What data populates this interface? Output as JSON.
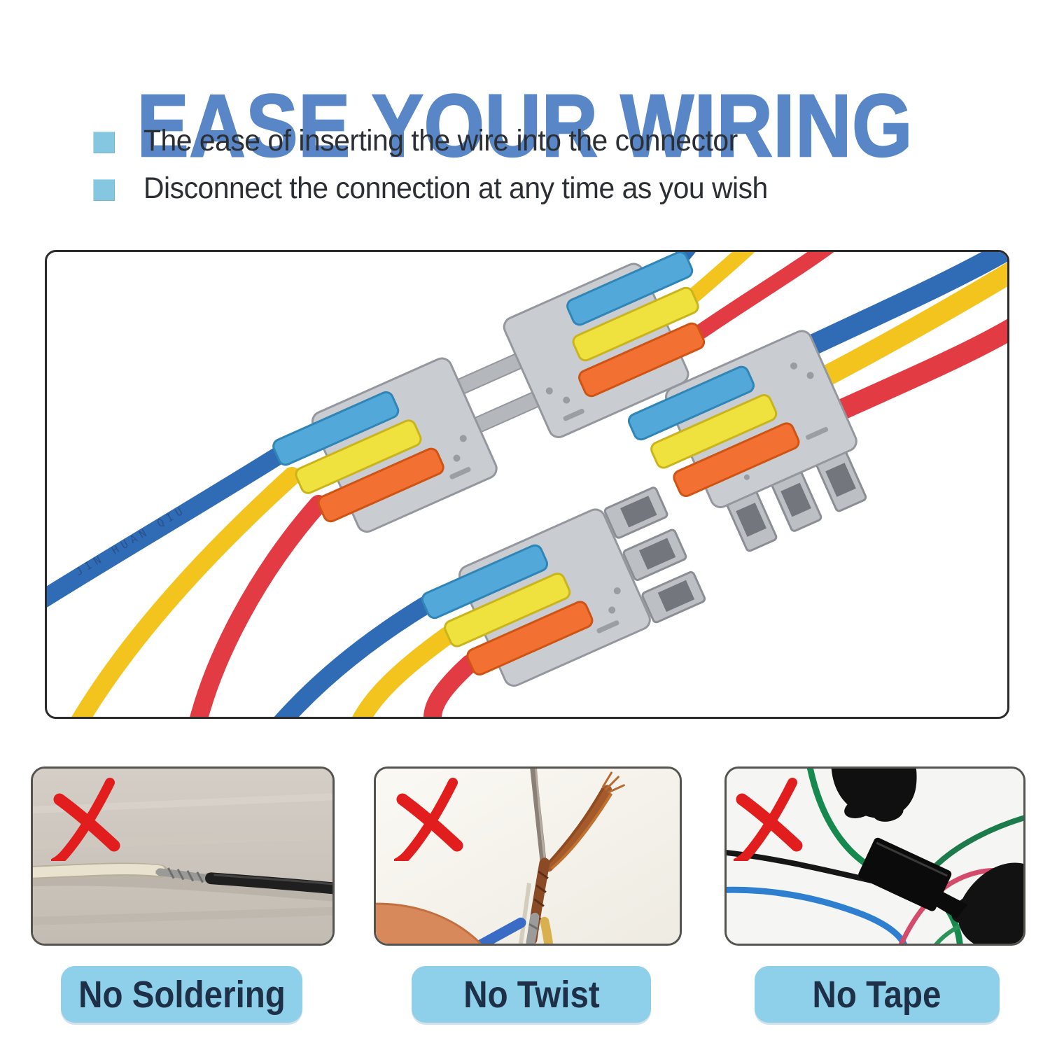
{
  "header": {
    "title": "EASE YOUR WIRING",
    "bullets": [
      "The ease of inserting the wire into the connector",
      "Disconnect the connection at any time as you wish"
    ]
  },
  "colors": {
    "title_blue": "#5886c6",
    "bullet_square": "#85c6e0",
    "body_text": "#2b2e33",
    "label_bg": "#8ed0ea",
    "label_text": "#1e3048",
    "x_mark_red": "#e11d1d",
    "wire_blue": "#2f6cb5",
    "wire_yellow": "#f2c41d",
    "wire_red": "#e23b44",
    "lever_blue": "#53a8da",
    "lever_yellow": "#efe23e",
    "lever_orange": "#f17032",
    "connector_gray": "#c9ccd0"
  },
  "main_photo": {
    "description": "quick splice lever wire connectors with blue, yellow and red wires",
    "wire_print": "JIN HUAN QIU"
  },
  "dont_items": [
    {
      "label": "No Soldering",
      "icon": "red-x"
    },
    {
      "label": "No Twist",
      "icon": "red-x"
    },
    {
      "label": "No Tape",
      "icon": "red-x"
    }
  ]
}
